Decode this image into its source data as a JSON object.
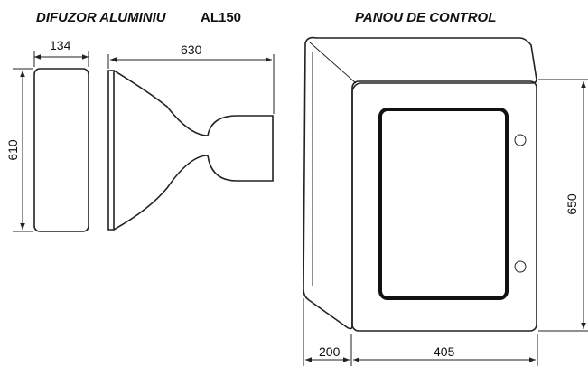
{
  "diffuser": {
    "title": "DIFUZOR ALUMINIU",
    "model": "AL150",
    "dimensions": {
      "depth": "134",
      "length": "630",
      "height": "610"
    }
  },
  "panel": {
    "title": "PANOU DE CONTROL",
    "dimensions": {
      "height": "650",
      "depth": "200",
      "width": "405"
    }
  }
}
